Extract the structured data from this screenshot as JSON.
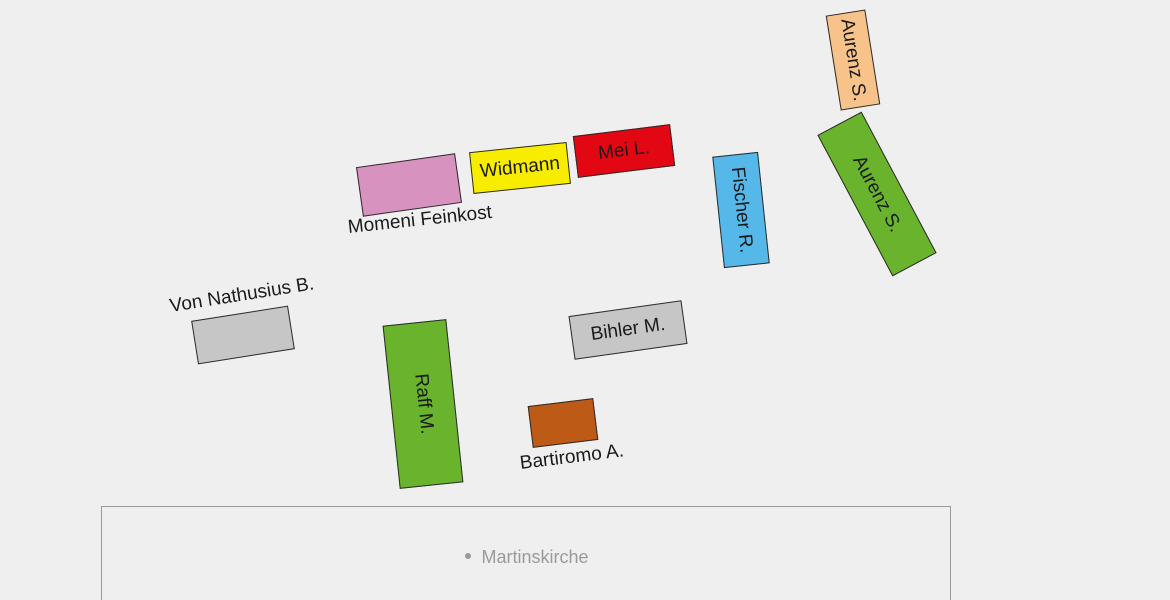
{
  "colors": {
    "background": "#efefef",
    "pink": "#d892c0",
    "yellow": "#f8ec00",
    "red": "#e30613",
    "blue": "#56b8e8",
    "green": "#6ab42d",
    "orange_light": "#f7c38a",
    "gray": "#c6c6c6",
    "brown": "#bd5a16",
    "church_outline": "#9a9a9a"
  },
  "stalls": {
    "momeni": {
      "label": "Momeni Feinkost"
    },
    "widmann": {
      "label": "Widmann"
    },
    "mei": {
      "label": "Mei L."
    },
    "fischer": {
      "label": "Fischer R."
    },
    "aurenz_small": {
      "label": "Aurenz S."
    },
    "aurenz_large": {
      "label": "Aurenz S."
    },
    "von_nathusius": {
      "label": "Von Nathusius B."
    },
    "raff": {
      "label": "Raff M."
    },
    "bihler": {
      "label": "Bihler M."
    },
    "bartiromo": {
      "label": "Bartiromo A."
    }
  },
  "landmarks": {
    "church": {
      "label": "Martinskirche"
    }
  }
}
